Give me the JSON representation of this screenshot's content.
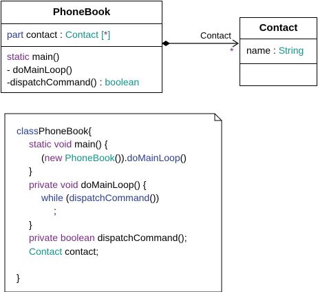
{
  "phonebook_class": {
    "name": "PhoneBook",
    "attribute": {
      "keyword": "part",
      "name": " contact : ",
      "type": "Contact",
      "multiplicity_open": " [",
      "multiplicity": "*",
      "multiplicity_close": "]"
    },
    "operations": [
      {
        "keyword": "static",
        "text": " main()"
      },
      {
        "text": "- doMainLoop()"
      },
      {
        "text": "-dispatchCommand() : ",
        "type": "boolean"
      }
    ]
  },
  "contact_class": {
    "name": "Contact",
    "attribute": {
      "name": "name : ",
      "type": "String"
    }
  },
  "association": {
    "role_label": "Contact",
    "multiplicity": "*"
  },
  "note": {
    "lines": [
      {
        "parts": [
          {
            "t": "class",
            "c": "bl"
          },
          {
            "t": "PhoneBook{",
            "c": ""
          }
        ]
      },
      {
        "indent": 1,
        "parts": [
          {
            "t": "static void",
            "c": "kw"
          },
          {
            "t": " main() {",
            "c": ""
          }
        ]
      },
      {
        "indent": 2,
        "parts": [
          {
            "t": "(",
            "c": ""
          },
          {
            "t": "new",
            "c": "kw"
          },
          {
            "t": " ",
            "c": ""
          },
          {
            "t": "PhoneBook",
            "c": "ty"
          },
          {
            "t": "()).",
            "c": ""
          },
          {
            "t": "doMainLoop",
            "c": "bl"
          },
          {
            "t": "()",
            "c": ""
          }
        ]
      },
      {
        "indent": 1,
        "parts": [
          {
            "t": "}",
            "c": ""
          }
        ]
      },
      {
        "indent": 1,
        "parts": [
          {
            "t": "private void",
            "c": "kw"
          },
          {
            "t": " doMainLoop() {",
            "c": ""
          }
        ]
      },
      {
        "indent": 2,
        "parts": [
          {
            "t": "while",
            "c": "bl"
          },
          {
            "t": " (",
            "c": ""
          },
          {
            "t": "dispatchCommand",
            "c": "bl"
          },
          {
            "t": "())",
            "c": ""
          }
        ]
      },
      {
        "indent": 3,
        "parts": [
          {
            "t": ";",
            "c": ""
          }
        ]
      },
      {
        "indent": 1,
        "parts": [
          {
            "t": "}",
            "c": ""
          }
        ]
      },
      {
        "indent": 1,
        "parts": [
          {
            "t": "private boolean",
            "c": "kw"
          },
          {
            "t": " dispatchCommand();",
            "c": ""
          }
        ]
      },
      {
        "indent": 1,
        "parts": [
          {
            "t": "Contact",
            "c": "ty"
          },
          {
            "t": " contact;",
            "c": ""
          }
        ]
      },
      {
        "indent": 0,
        "parts": [
          {
            "t": "",
            "c": ""
          }
        ]
      },
      {
        "indent": 0,
        "parts": [
          {
            "t": "}",
            "c": ""
          }
        ]
      }
    ]
  },
  "colors": {
    "keyword": "#7b2c8b",
    "type": "#10968a",
    "blue": "#2a3fa0"
  }
}
